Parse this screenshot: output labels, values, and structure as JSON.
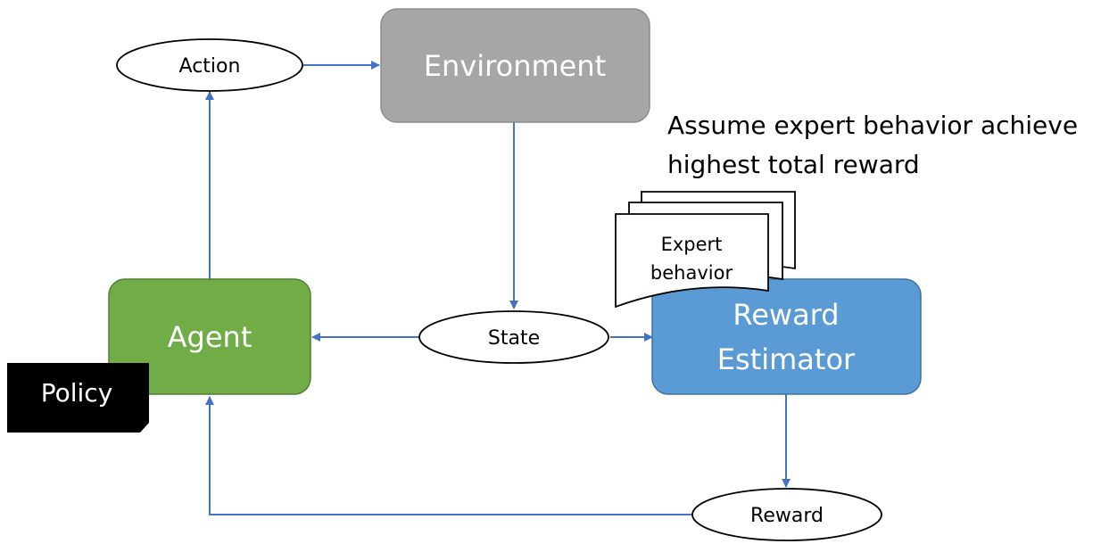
{
  "nodes": {
    "environment": "Environment",
    "agent": "Agent",
    "reward_estimator_line1": "Reward",
    "reward_estimator_line2": "Estimator",
    "policy": "Policy",
    "action": "Action",
    "state": "State",
    "reward": "Reward",
    "expert_behavior_line1": "Expert",
    "expert_behavior_line2": "behavior"
  },
  "note": {
    "line1": "Assume expert behavior achieve",
    "line2": "highest total reward"
  },
  "colors": {
    "environment": "#a6a6a6",
    "agent": "#70ad47",
    "reward_estimator": "#5b9bd5",
    "arrow": "#4472c4",
    "policy": "#000000"
  },
  "icons": {
    "expert_behavior": "stacked-documents-icon"
  }
}
